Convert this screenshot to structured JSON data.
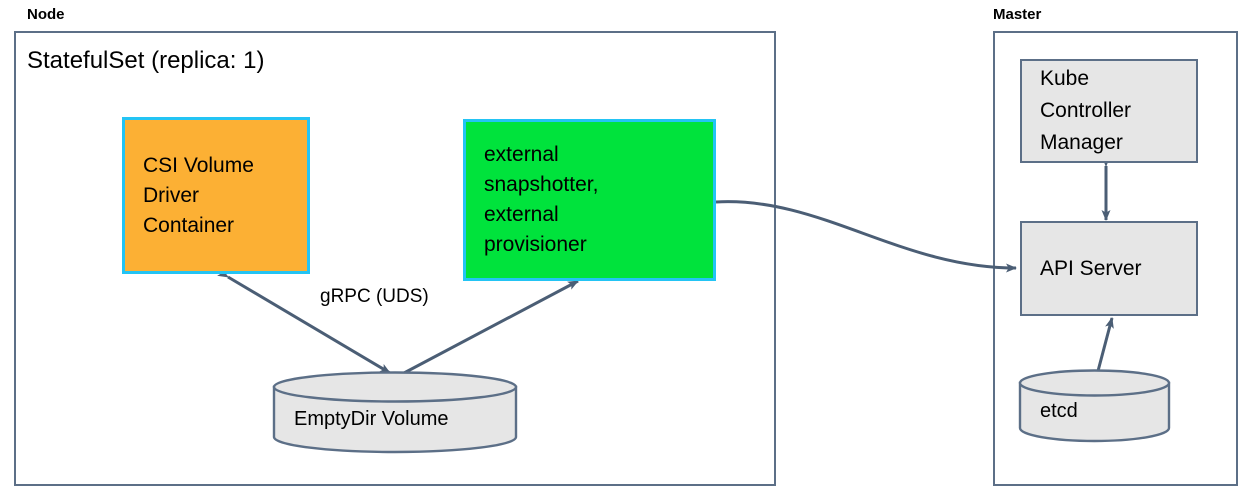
{
  "diagram": {
    "title_node": "Node",
    "title_master": "Master",
    "statefulset_label": "StatefulSet (replica: 1)",
    "groups": [
      {
        "name": "node-group",
        "label": "Node"
      },
      {
        "name": "master-group",
        "label": "Master"
      }
    ],
    "nodes": [
      {
        "id": "csi-volume-driver-container",
        "label": "CSI Volume\nDriver\nContainer",
        "shape": "rect",
        "fill": "#FCB034",
        "stroke": "#23C4F4"
      },
      {
        "id": "external-snapshotter-provisioner",
        "label": "external\nsnapshotter,\nexternal\nprovisioner",
        "shape": "rect",
        "fill": "#00E33C",
        "stroke": "#23C4F4"
      },
      {
        "id": "emptydir-volume",
        "label": "EmptyDir Volume",
        "shape": "cylinder",
        "fill": "#E6E6E6",
        "stroke": "#5c6f87"
      },
      {
        "id": "kube-controller-manager",
        "label": "Kube\nController\nManager",
        "shape": "rect",
        "fill": "#E6E6E6",
        "stroke": "#5c6f87"
      },
      {
        "id": "api-server",
        "label": "API Server",
        "shape": "rect",
        "fill": "#E6E6E6",
        "stroke": "#5c6f87"
      },
      {
        "id": "etcd",
        "label": "etcd",
        "shape": "cylinder",
        "fill": "#E6E6E6",
        "stroke": "#5c6f87"
      }
    ],
    "edges": [
      {
        "id": "edge-grpc-uds",
        "from": "csi-volume-driver-container",
        "to": "emptydir-volume",
        "label": "gRPC (UDS)",
        "arrows": "both"
      },
      {
        "id": "edge-emptydir-external",
        "from": "emptydir-volume",
        "to": "external-snapshotter-provisioner",
        "label": "",
        "arrows": "both"
      },
      {
        "id": "edge-external-apiserver",
        "from": "external-snapshotter-provisioner",
        "to": "api-server",
        "label": "",
        "arrows": "both"
      },
      {
        "id": "edge-kcm-apiserver",
        "from": "kube-controller-manager",
        "to": "api-server",
        "label": "",
        "arrows": "both"
      },
      {
        "id": "edge-apiserver-etcd",
        "from": "api-server",
        "to": "etcd",
        "label": "",
        "arrows": "both"
      }
    ],
    "colors": {
      "arrow": "#4b5e75",
      "group_border": "#5c6f87",
      "accent_cyan": "#23C4F4",
      "orange": "#FCB034",
      "green": "#00E33C",
      "gray_fill": "#E6E6E6"
    }
  }
}
